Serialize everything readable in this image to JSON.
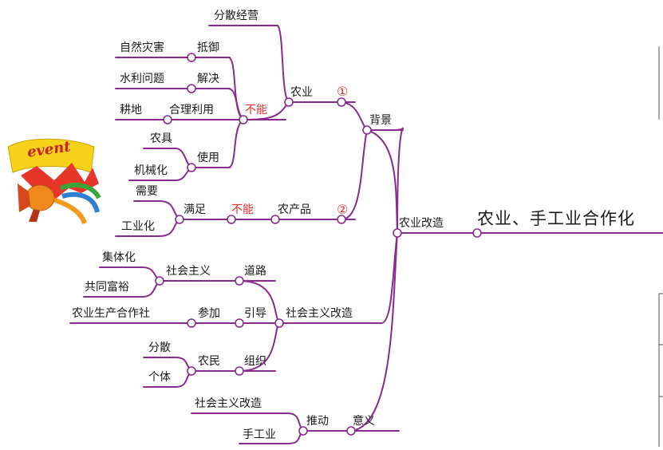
{
  "root": "农业、手工业合作化",
  "hub": "农业改造",
  "branch_background": {
    "label": "背景",
    "agriculture": {
      "label": "农业",
      "marker": "①",
      "scattered": "分散经营",
      "cannot": "不能",
      "resist": "抵御",
      "disaster": "自然灾害",
      "solve": "解决",
      "water": "水利问题",
      "reasonable_use": "合理利用",
      "farmland": "耕地",
      "use": "使用",
      "tools": "农具",
      "mechanization": "机械化"
    },
    "products": {
      "label": "农产品",
      "marker": "②",
      "cannot": "不能",
      "satisfy": "满足",
      "need": "需要",
      "industrialization": "工业化"
    }
  },
  "branch_transformation": {
    "label": "社会主义改造",
    "road": "道路",
    "socialism": "社会主义",
    "collectivization": "集体化",
    "common_prosperity": "共同富裕",
    "guide": "引导",
    "join": "参加",
    "coop": "农业生产合作社",
    "organize": "组织",
    "farmers": "农民",
    "scattered": "分散",
    "individual": "个体"
  },
  "branch_significance": {
    "label": "意义",
    "promote": "推动",
    "socialist_transformation": "社会主义改造",
    "handicraft": "手工业"
  },
  "logo_text": "event",
  "colors": {
    "line": "#8a2a8e",
    "node": "#8a2a8e",
    "red": "#e0312d"
  }
}
